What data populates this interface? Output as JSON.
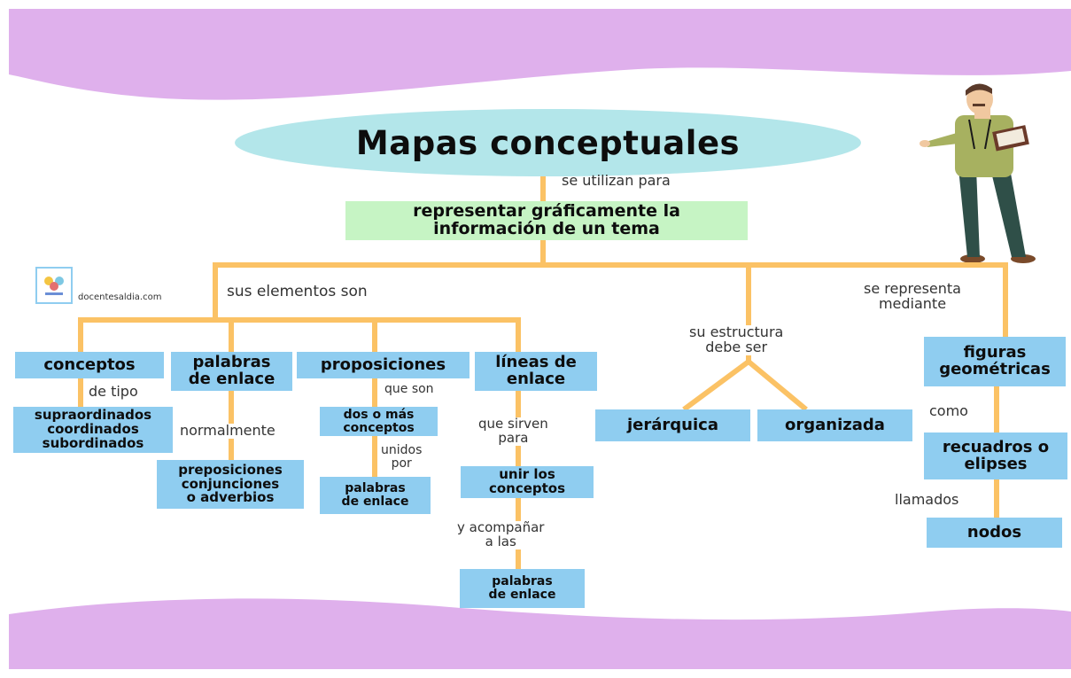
{
  "title": "Mapas conceptuales",
  "site": "docentesaldia.com",
  "colors": {
    "wave": "#dfb0ec",
    "ellipse": "#b3e6ea",
    "box": "#8fcdf0",
    "green": "#c6f4c4",
    "connector": "#fbc265"
  },
  "nodes": {
    "main": "representar gráficamente la\ninformación de un tema",
    "conceptos": "conceptos",
    "supra": "supraordinados\ncoordinados\nsubordinados",
    "palabras": "palabras\nde enlace",
    "preposiciones": "preposiciones\nconjunciones\no adverbios",
    "proposiciones": "proposiciones",
    "dos_mas": "dos o más\nconceptos",
    "palabras2": "palabras\nde enlace",
    "lineas": "líneas de\nenlace",
    "unir": "unir los\nconceptos",
    "palabras3": "palabras\nde enlace",
    "jerarquica": "jerárquica",
    "organizada": "organizada",
    "figuras": "figuras\ngeométricas",
    "recuadros": "recuadros o\nelipses",
    "nodos": "nodos"
  },
  "labels": {
    "se_utilizan": "se utilizan para",
    "sus_elementos": "sus elementos son",
    "de_tipo": "de tipo",
    "normalmente": "normalmente",
    "que_son": "que son",
    "unidos_por": "unidos\npor",
    "que_sirven": "que sirven\npara",
    "y_acompanar": "y acompañar\na las",
    "su_estructura": "su estructura\ndebe ser",
    "se_representa": "se representa\nmediante",
    "como": "como",
    "llamados": "llamados"
  }
}
